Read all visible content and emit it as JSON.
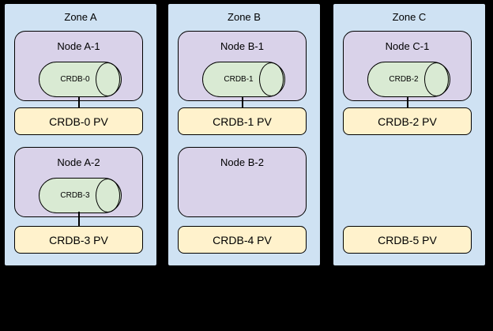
{
  "colors": {
    "canvas_bg": "#000000",
    "zone_fill": "#cfe2f3",
    "node_fill": "#d9d2e9",
    "pod_fill": "#d9ead3",
    "pv_fill": "#fff2cc",
    "border": "#000000",
    "text": "#000000"
  },
  "diagram": {
    "zones": [
      {
        "label": "Zone A",
        "nodes": [
          {
            "label": "Node A-1",
            "pod": "CRDB-0",
            "pv": "CRDB-0 PV",
            "connected": true
          },
          {
            "label": "Node A-2",
            "pod": "CRDB-3",
            "pv": "CRDB-3 PV",
            "connected": true
          }
        ]
      },
      {
        "label": "Zone B",
        "nodes": [
          {
            "label": "Node B-1",
            "pod": "CRDB-1",
            "pv": "CRDB-1 PV",
            "connected": true
          },
          {
            "label": "Node B-2",
            "pod": null,
            "pv": "CRDB-4 PV",
            "connected": false
          }
        ]
      },
      {
        "label": "Zone C",
        "nodes": [
          {
            "label": "Node C-1",
            "pod": "CRDB-2",
            "pv": "CRDB-2 PV",
            "connected": true
          },
          {
            "label": null,
            "pod": null,
            "pv": "CRDB-5 PV",
            "connected": false
          }
        ]
      }
    ]
  }
}
